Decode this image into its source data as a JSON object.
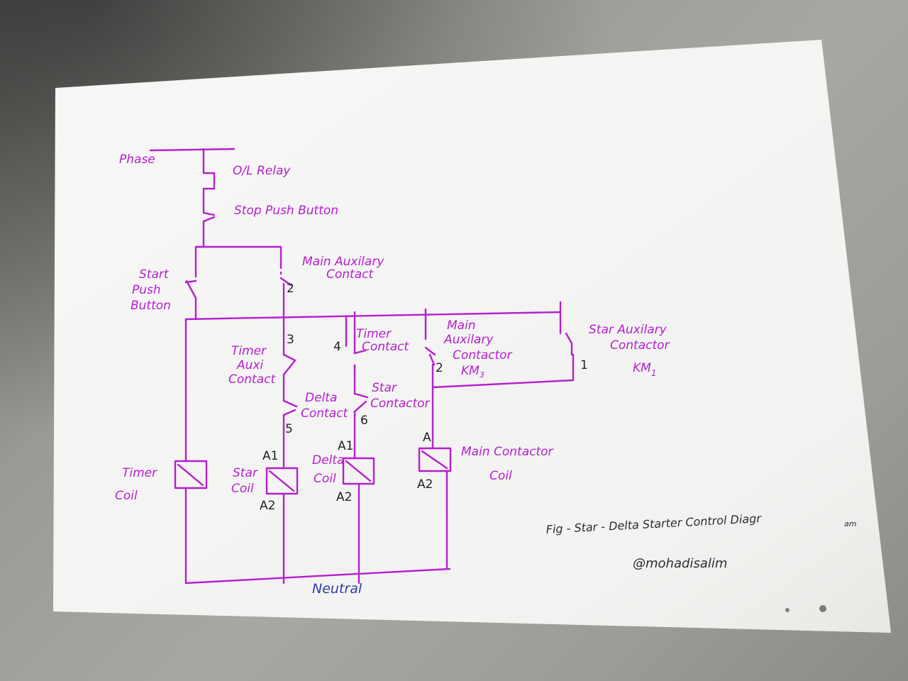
{
  "colors": {
    "ink": "#b51fcf",
    "pencil": "#2b2b33",
    "neutral_ink": "#2a3ea8",
    "paper": "#f3f3f1"
  },
  "labels": {
    "phase": "Phase",
    "ol_relay": "O/L Relay",
    "stop_push_button": "Stop Push Button",
    "start_push_button_1": "Start",
    "start_push_button_2": "Push",
    "start_push_button_3": "Button",
    "main_aux_contact_1": "Main Auxilary",
    "main_aux_contact_2": "Contact",
    "timer_aux_contact_1": "Timer",
    "timer_aux_contact_2": "Auxi",
    "timer_aux_contact_3": "Contact",
    "timer_contact_1": "Timer",
    "timer_contact_2": "Contact",
    "main_aux_contactor_1": "Main",
    "main_aux_contactor_2": "Auxilary",
    "main_aux_contactor_3": "Contactor",
    "main_aux_contactor_4": "KM",
    "main_aux_contactor_sub": "3",
    "star_aux_contactor_1": "Star Auxilary",
    "star_aux_contactor_2": "Contactor",
    "star_aux_contactor_3": "KM",
    "star_aux_contactor_sub": "1",
    "delta_contact_1": "Delta",
    "delta_contact_2": "Contact",
    "star_contactor_1": "Star",
    "star_contactor_2": "Contactor",
    "main_contactor_coil_1": "Main Contactor",
    "main_contactor_coil_2": "Coil",
    "timer_coil_1": "Timer",
    "timer_coil_2": "Coil",
    "star_coil_1": "Star",
    "star_coil_2": "Coil",
    "delta_coil_1": "Delta",
    "delta_coil_2": "Coil",
    "neutral": "Neutral",
    "caption_1": "Fig - Star - Delta  Starter  Control Diagr",
    "caption_2": "am",
    "author": "@mohadisalim"
  },
  "terminals": {
    "n2a": "2",
    "n3": "3",
    "n4": "4",
    "n5": "5",
    "n6": "6",
    "n2b": "2",
    "n1": "1",
    "a1_star": "A1",
    "a2_star": "A2",
    "a1_delta": "A1",
    "a2_delta": "A2",
    "a_main": "A",
    "a2_main": "A2"
  }
}
